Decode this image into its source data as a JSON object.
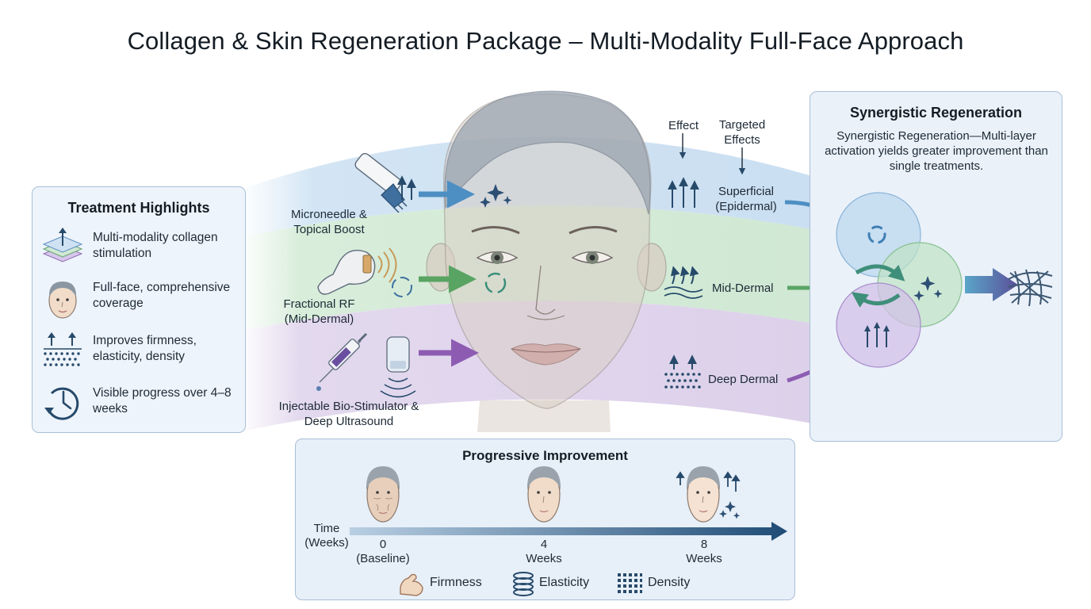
{
  "title": "Collagen & Skin Regeneration Package – Multi-Modality Full-Face Approach",
  "treatments": {
    "microneedle": "Microneedle & Topical Boost",
    "rf": "Fractional RF (Mid-Dermal)",
    "injectable": "Injectable Bio-Stimulator & Deep Ultrasound"
  },
  "effects": {
    "effect_header": "Effect",
    "targeted_header": "Targeted Effects",
    "superficial": "Superficial (Epidermal)",
    "mid": "Mid-Dermal",
    "deep": "Deep Dermal"
  },
  "highlights": {
    "title": "Treatment Highlights",
    "items": [
      {
        "icon": "layers-icon",
        "text": "Multi-modality collagen stimulation"
      },
      {
        "icon": "face-icon",
        "text": "Full-face, comprehensive coverage"
      },
      {
        "icon": "firmness-icon",
        "text": "Improves firmness, elasticity, density"
      },
      {
        "icon": "clock-icon",
        "text": "Visible progress over 4–8 weeks"
      }
    ]
  },
  "synergy": {
    "title": "Synergistic Regeneration",
    "description": "Synergistic Regeneration—Multi-layer activation yields greater improvement than single treatments."
  },
  "progress": {
    "title": "Progressive Improvement",
    "axis_label": "Time (Weeks)",
    "milestones": [
      {
        "value": "0",
        "caption": "(Baseline)"
      },
      {
        "value": "4",
        "caption": "Weeks"
      },
      {
        "value": "8",
        "caption": "Weeks"
      }
    ],
    "legend": [
      "Firmness",
      "Elasticity",
      "Density"
    ]
  },
  "colors": {
    "epidermal": "#cfe3f2",
    "mid_dermal": "#d5ebd9",
    "deep_dermal": "#e5dbef",
    "blue_arrow": "#4d8fc3",
    "green_arrow": "#59a463",
    "purple_arrow": "#8d5cb2",
    "navy": "#274a6b"
  }
}
